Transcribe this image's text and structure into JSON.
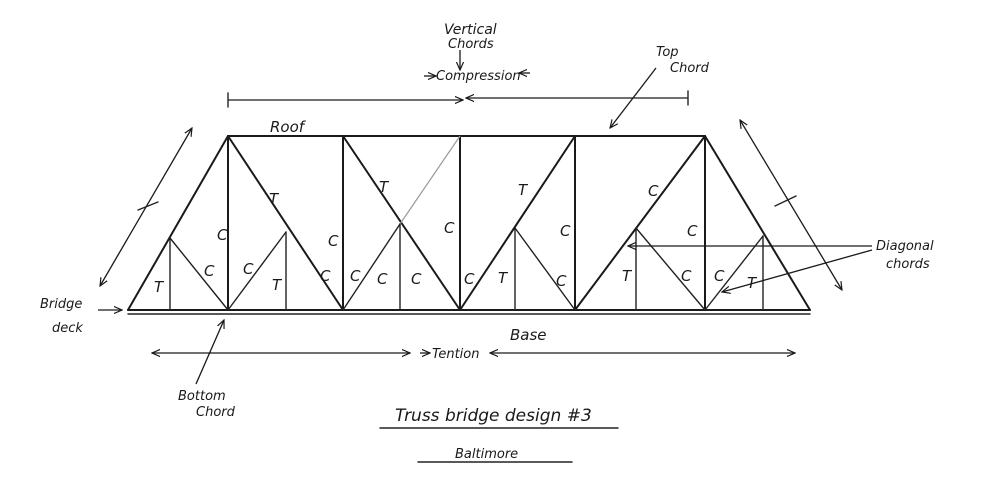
{
  "title": "Truss bridge design #3",
  "subtitle": "Baltimore",
  "labels": {
    "vertical_chords": "Vertical Chords",
    "compression": "Compression",
    "top_chord": "Top Chord",
    "roof": "Roof",
    "diagonal_chords": "Diagonal chords",
    "bridge_deck": "Bridge deck",
    "base": "Base",
    "tension": "Tention",
    "bottom_chord": "Bottom Chord"
  },
  "member_marks": [
    "T",
    "C",
    "C",
    "C",
    "T",
    "T",
    "C",
    "C",
    "C",
    "T",
    "C",
    "C",
    "C",
    "T",
    "C",
    "C",
    "T",
    "C",
    "C",
    "T",
    "C",
    "C",
    "C",
    "T"
  ]
}
